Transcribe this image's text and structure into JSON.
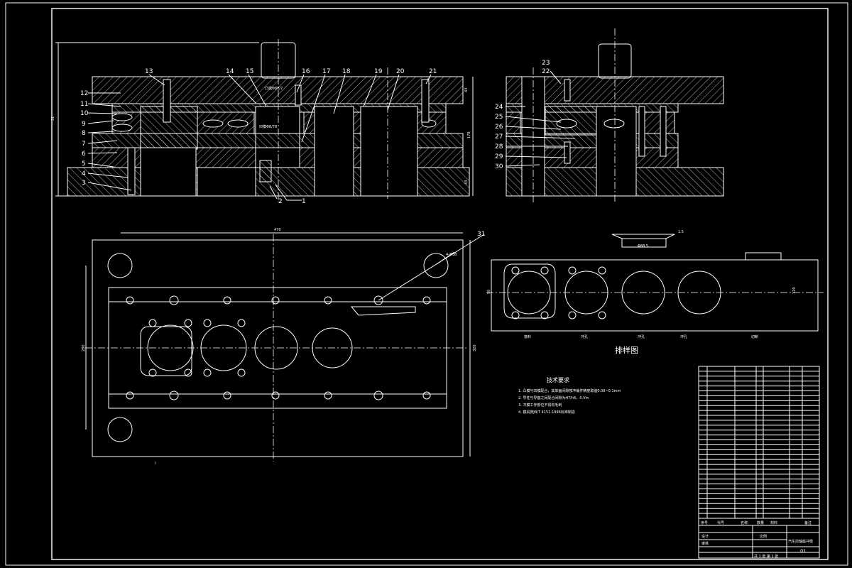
{
  "drawing": {
    "front_view": {
      "callouts": [
        "1",
        "2",
        "3",
        "4",
        "5",
        "6",
        "7",
        "8",
        "9",
        "10",
        "11",
        "12",
        "13",
        "14",
        "15",
        "16",
        "17",
        "18",
        "19",
        "20",
        "21"
      ],
      "punch_label_upper": "凸模Φ80/7",
      "punch_label_lower": "凹模Φ8/78",
      "dims": {
        "overall_height": "31",
        "right_height": "178",
        "plate_1": "43",
        "plate_2": "43"
      }
    },
    "side_view": {
      "callouts": [
        "22",
        "23",
        "24",
        "25",
        "26",
        "27",
        "28",
        "29",
        "30"
      ]
    },
    "top_view": {
      "callout": "31",
      "width_dim": "470",
      "height_dim_left": "280",
      "height_dim_right": "320",
      "hole_note": "4-Φ38",
      "section_mark": "I"
    },
    "strip_layout": {
      "title": "排样图",
      "stations": [
        "落料",
        "冲孔",
        "冲孔",
        "冲孔",
        "切断"
      ],
      "height_dim": "50",
      "height_dim_right": "120",
      "section_dim": "Φ88.5",
      "section_note": "1.5"
    },
    "tech_requirements": {
      "title": "技术要求",
      "items": [
        "1. 凸模与凹模配合，其单面间隙按冲裁件精度取值0.08~0.1mm",
        "2. 导柱与导套之间配合间隙为H7/h6，0.Vm",
        "3. 冲模工作部位不得有毛刺",
        "4. 模具按JB/T 4151-1996标准制造"
      ]
    },
    "title_block": {
      "part_name": "汽车前轴座冲模",
      "drawing_no": "01",
      "header_labels": [
        "序号",
        "代号",
        "名称",
        "数量",
        "材料",
        "备注"
      ],
      "scale_label": "比例",
      "sheet_label": "共 1 张 第 1 张",
      "designer_label": "设计",
      "checker_label": "审核",
      "row_count": 31
    }
  }
}
